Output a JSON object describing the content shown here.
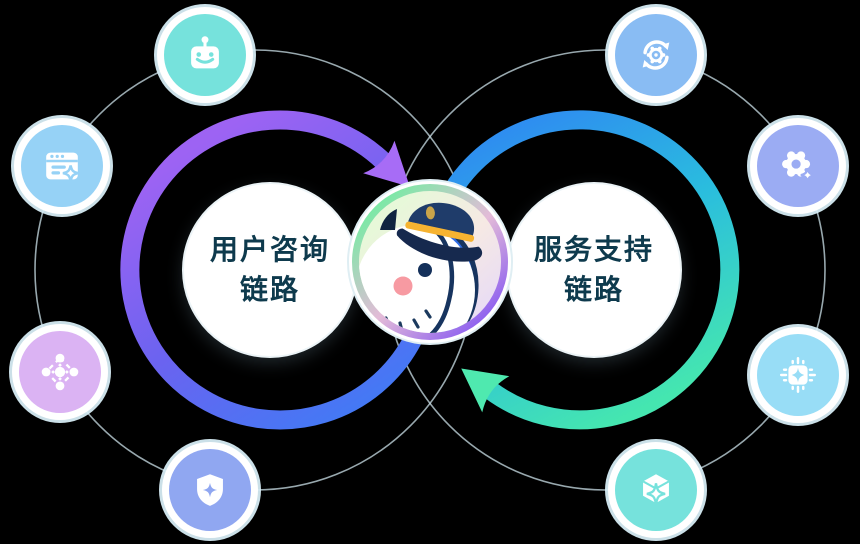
{
  "diagram": {
    "title": "service-loop-diagram",
    "mascot": {
      "name": "penguin-captain-mascot"
    },
    "left_loop": {
      "label_line1": "用户咨询",
      "label_line2": "链路",
      "direction": "clockwise",
      "arrow_color": "#A76CF6",
      "gradient": [
        "#3E7CF5",
        "#6A63F0",
        "#9D63F3"
      ]
    },
    "right_loop": {
      "label_line1": "服务支持",
      "label_line2": "链路",
      "direction": "clockwise",
      "arrow_color": "#4FE9AF",
      "gradient": [
        "#2F85F3",
        "#2ABDDE",
        "#45E6B0"
      ]
    },
    "orbit_circle_color": "#CBE0E8",
    "text_color": "#0E3A4D",
    "badges": [
      {
        "icon": "robot-icon",
        "position": "top-left",
        "color": "#76E2DC"
      },
      {
        "icon": "browser-sparkle-icon",
        "position": "left-upper",
        "color": "#96D2F6"
      },
      {
        "icon": "network-nodes-icon",
        "position": "left-lower",
        "color": "#DBB3F3"
      },
      {
        "icon": "shield-star-icon",
        "position": "bottom-left",
        "color": "#90A7F1"
      },
      {
        "icon": "sync-gear-icon",
        "position": "top-right",
        "color": "#89BCF3"
      },
      {
        "icon": "gear-sparkle-icon",
        "position": "right-upper",
        "color": "#9BACF3"
      },
      {
        "icon": "chip-star-icon",
        "position": "right-lower",
        "color": "#98DDF6"
      },
      {
        "icon": "cube-sparkle-icon",
        "position": "bottom-right",
        "color": "#76E2DC"
      }
    ]
  }
}
